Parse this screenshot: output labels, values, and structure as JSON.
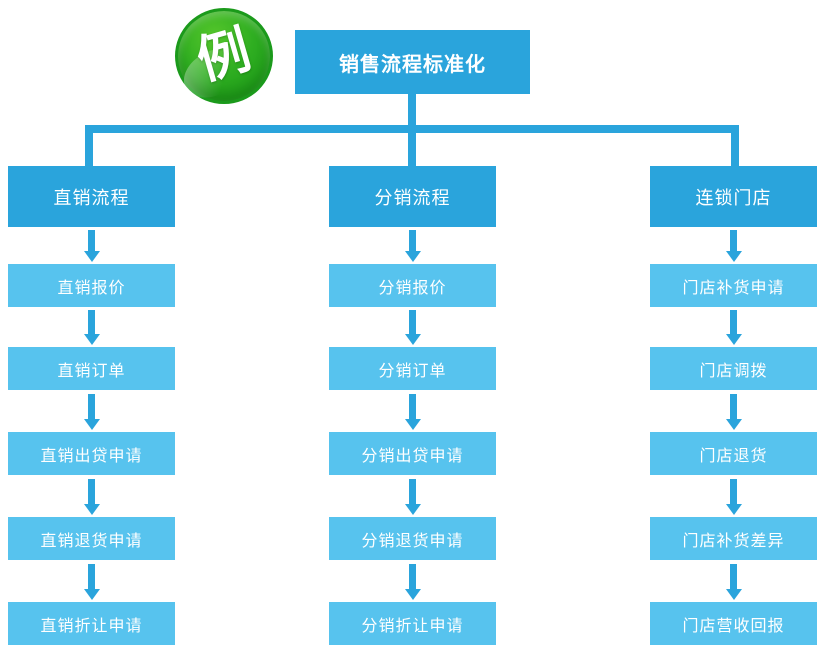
{
  "badge": {
    "label": "例"
  },
  "title": "销售流程标准化",
  "colors": {
    "primary_blue": "#2aa4dc",
    "light_blue": "#57c3ee",
    "badge_green_dark": "#149114",
    "badge_green_light": "#55c62b",
    "text_white": "#ffffff"
  },
  "columns": [
    {
      "header": "直销流程",
      "items": [
        "直销报价",
        "直销订单",
        "直销出贷申请",
        "直销退货申请",
        "直销折让申请"
      ]
    },
    {
      "header": "分销流程",
      "items": [
        "分销报价",
        "分销订单",
        "分销出贷申请",
        "分销退货申请",
        "分销折让申请"
      ]
    },
    {
      "header": "连锁门店",
      "items": [
        "门店补货申请",
        "门店调拨",
        "门店退货",
        "门店补货差异",
        "门店营收回报"
      ]
    }
  ]
}
